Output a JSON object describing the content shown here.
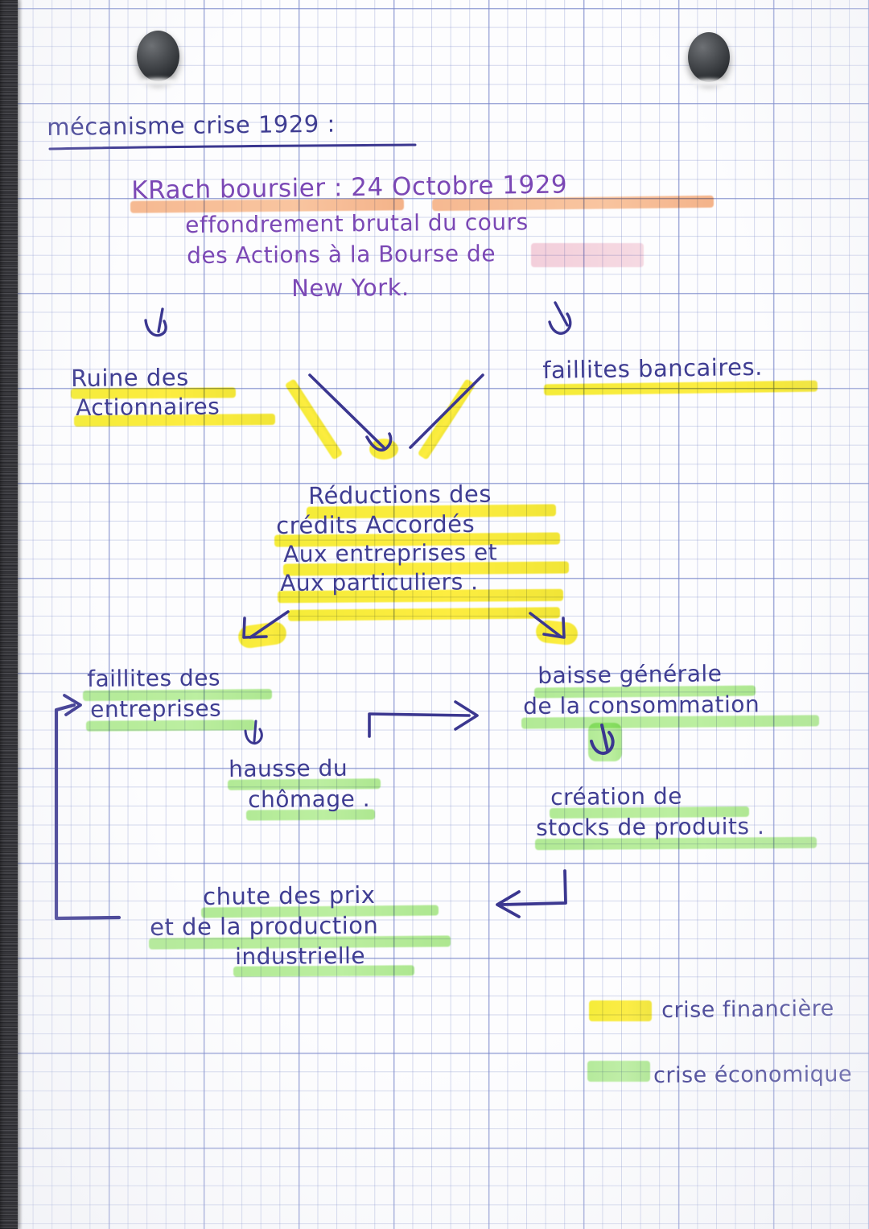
{
  "page": {
    "title": "mécanisme crise 1929 :",
    "paper": "grid-notebook",
    "ink_color": "#3f3d92",
    "highlight_yellow": "#f7ed2e",
    "highlight_green": "#aeeb8e",
    "highlight_orange": "#f8b88c"
  },
  "nodes": {
    "krach": {
      "heading": "KRach boursier : 24 Octobre 1929",
      "line1": "effondrement brutal du cours",
      "line2": "des Actions à la Bourse de",
      "line3": "New York."
    },
    "ruine": {
      "line1": "Ruine des",
      "line2": "Actionnaires"
    },
    "faillites_bancaires": {
      "line1": "faillites bancaires."
    },
    "reductions": {
      "line1": "Réductions des",
      "line2": "crédits Accordés",
      "line3": "Aux entreprises et",
      "line4": "Aux particuliers ."
    },
    "faillites_entreprises": {
      "line1": "faillites des",
      "line2": "entreprises"
    },
    "chomage": {
      "line1": "hausse du",
      "line2": "chômage ."
    },
    "baisse_conso": {
      "line1": "baisse générale",
      "line2": "de la consommation"
    },
    "stocks": {
      "line1": "création de",
      "line2": "stocks de produits ."
    },
    "chute_prix": {
      "line1": "chute des prix",
      "line2": "et de la production",
      "line3": "industrielle"
    }
  },
  "legend": {
    "items": [
      {
        "color": "#f7ed2e",
        "label": "crise financière"
      },
      {
        "color": "#aeeb8e",
        "label": "crise économique"
      }
    ]
  },
  "chart_data": {
    "type": "diagram",
    "title": "mécanisme crise 1929",
    "nodes": [
      {
        "id": "krach",
        "label": "Krach boursier : 24 Octobre 1929 — effondrement brutal du cours des Actions à la Bourse de New York.",
        "category": "crise financière"
      },
      {
        "id": "ruine",
        "label": "Ruine des Actionnaires",
        "category": "crise financière"
      },
      {
        "id": "faillites_bancaires",
        "label": "faillites bancaires",
        "category": "crise financière"
      },
      {
        "id": "reductions",
        "label": "Réductions des crédits Accordés Aux entreprises et Aux particuliers",
        "category": "crise financière"
      },
      {
        "id": "faillites_entreprises",
        "label": "faillites des entreprises",
        "category": "crise économique"
      },
      {
        "id": "chomage",
        "label": "hausse du chômage",
        "category": "crise économique"
      },
      {
        "id": "baisse_conso",
        "label": "baisse générale de la consommation",
        "category": "crise économique"
      },
      {
        "id": "stocks",
        "label": "création de stocks de produits",
        "category": "crise économique"
      },
      {
        "id": "chute_prix",
        "label": "chute des prix et de la production industrielle",
        "category": "crise économique"
      }
    ],
    "edges": [
      {
        "from": "krach",
        "to": "ruine"
      },
      {
        "from": "krach",
        "to": "faillites_bancaires"
      },
      {
        "from": "ruine",
        "to": "reductions"
      },
      {
        "from": "faillites_bancaires",
        "to": "reductions"
      },
      {
        "from": "reductions",
        "to": "faillites_entreprises"
      },
      {
        "from": "reductions",
        "to": "baisse_conso"
      },
      {
        "from": "faillites_entreprises",
        "to": "chomage"
      },
      {
        "from": "chomage",
        "to": "baisse_conso"
      },
      {
        "from": "baisse_conso",
        "to": "stocks"
      },
      {
        "from": "stocks",
        "to": "chute_prix"
      },
      {
        "from": "chute_prix",
        "to": "faillites_entreprises"
      }
    ]
  }
}
